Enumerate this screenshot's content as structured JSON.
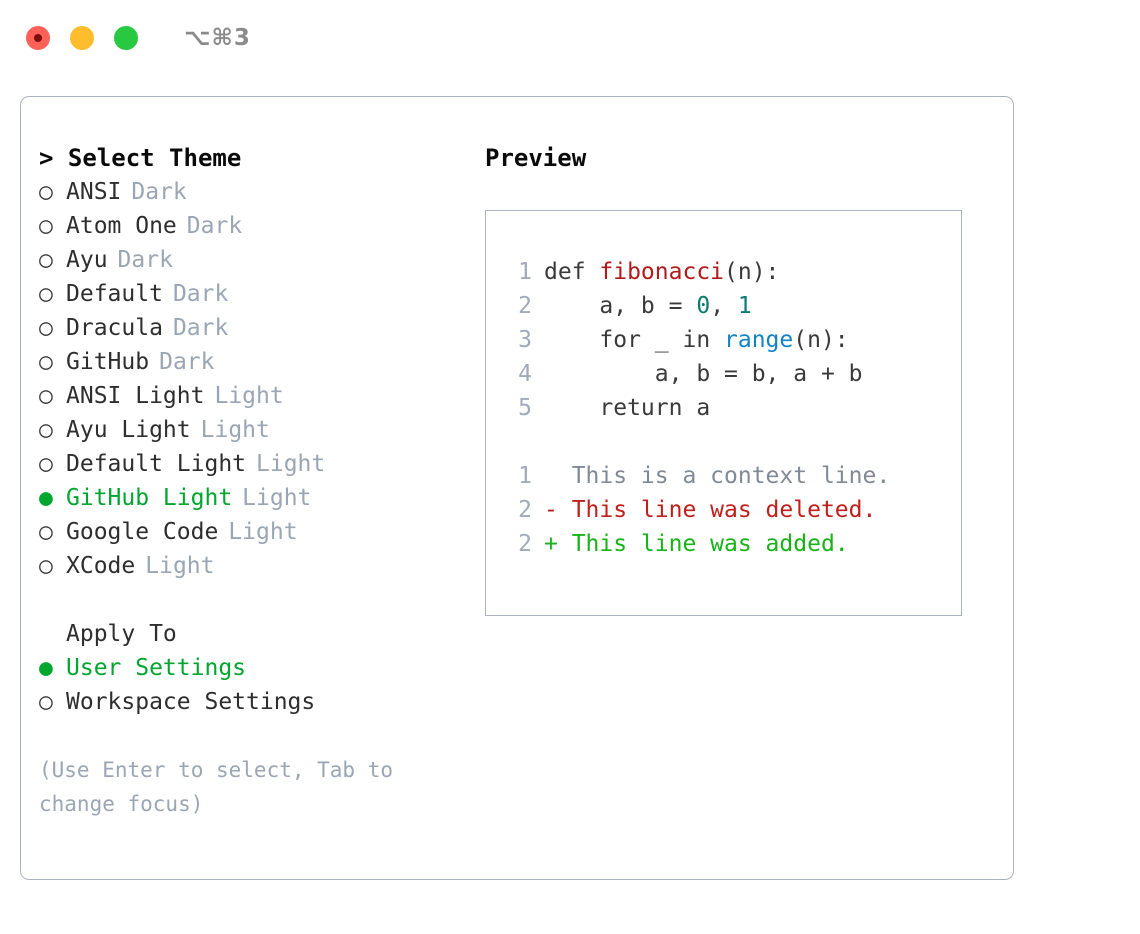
{
  "titlebar": {
    "shortcut": "⌥⌘3",
    "lights": [
      {
        "name": "close",
        "color": "#ff6159"
      },
      {
        "name": "minimize",
        "color": "#ffbd2e"
      },
      {
        "name": "maximize",
        "color": "#28c840"
      }
    ]
  },
  "theme_picker": {
    "heading": "> Select Theme",
    "items": [
      {
        "marker": "○",
        "label": "ANSI",
        "badge": "Dark",
        "selected": false
      },
      {
        "marker": "○",
        "label": "Atom One",
        "badge": "Dark",
        "selected": false
      },
      {
        "marker": "○",
        "label": "Ayu",
        "badge": "Dark",
        "selected": false
      },
      {
        "marker": "○",
        "label": "Default",
        "badge": "Dark",
        "selected": false
      },
      {
        "marker": "○",
        "label": "Dracula",
        "badge": "Dark",
        "selected": false
      },
      {
        "marker": "○",
        "label": "GitHub",
        "badge": "Dark",
        "selected": false
      },
      {
        "marker": "○",
        "label": "ANSI Light",
        "badge": "Light",
        "selected": false
      },
      {
        "marker": "○",
        "label": "Ayu Light",
        "badge": "Light",
        "selected": false
      },
      {
        "marker": "○",
        "label": "Default Light",
        "badge": "Light",
        "selected": false
      },
      {
        "marker": "●",
        "label": "GitHub Light",
        "badge": "Light",
        "selected": true
      },
      {
        "marker": "○",
        "label": "Google Code",
        "badge": "Light",
        "selected": false
      },
      {
        "marker": "○",
        "label": "XCode",
        "badge": "Light",
        "selected": false
      }
    ]
  },
  "apply_to": {
    "heading": "Apply To",
    "items": [
      {
        "marker": "●",
        "label": "User Settings",
        "selected": true
      },
      {
        "marker": "○",
        "label": "Workspace Settings",
        "selected": false
      }
    ]
  },
  "hint": "(Use Enter to select, Tab to change focus)",
  "preview": {
    "title": "Preview",
    "code_lines": [
      {
        "no": "1",
        "segments": [
          {
            "t": "def ",
            "c": "code-text"
          },
          {
            "t": "fibonacci",
            "c": "tok-fn"
          },
          {
            "t": "(n):",
            "c": "code-text"
          }
        ]
      },
      {
        "no": "2",
        "segments": [
          {
            "t": "    a, b = ",
            "c": "code-text"
          },
          {
            "t": "0",
            "c": "tok-num"
          },
          {
            "t": ", ",
            "c": "code-text"
          },
          {
            "t": "1",
            "c": "tok-num"
          }
        ]
      },
      {
        "no": "3",
        "segments": [
          {
            "t": "    for _ in ",
            "c": "code-text"
          },
          {
            "t": "range",
            "c": "tok-call"
          },
          {
            "t": "(n):",
            "c": "code-text"
          }
        ]
      },
      {
        "no": "4",
        "segments": [
          {
            "t": "        a, b = b, a + b",
            "c": "code-text"
          }
        ]
      },
      {
        "no": "5",
        "segments": [
          {
            "t": "    return a",
            "c": "code-text"
          }
        ]
      }
    ],
    "diff_lines": [
      {
        "no": "1",
        "text": "  This is a context line.",
        "kind": "diff-ctx"
      },
      {
        "no": "2",
        "text": "- This line was deleted.",
        "kind": "diff-del"
      },
      {
        "no": "2",
        "text": "+ This line was added.",
        "kind": "diff-add"
      }
    ]
  },
  "colors": {
    "accent_green": "#00a62e",
    "muted": "#9aa6b4",
    "border": "#aab3c0",
    "diff_add": "#17b317",
    "diff_del": "#c0201b"
  }
}
